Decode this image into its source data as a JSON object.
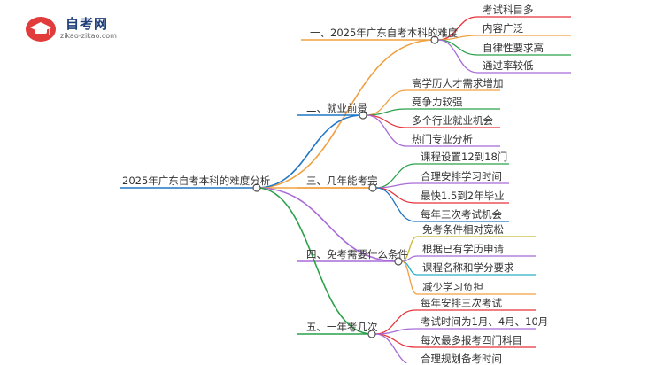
{
  "logo": {
    "title": "自考网",
    "url": "zikao-zikao.com"
  },
  "root": "2025年广东自考本科的难度分析",
  "branches": [
    {
      "label": "一、2025年广东自考本科的难度",
      "color": "#f0a040",
      "children": [
        "考试科目多",
        "内容广泛",
        "自律性要求高",
        "通过率较低"
      ],
      "child_colors": [
        "#e8333a",
        "#f0a040",
        "#2aa14a",
        "#a86bd8"
      ]
    },
    {
      "label": "二、就业前景",
      "color": "#2176c7",
      "children": [
        "高学历人才需求增加",
        "竞争力较强",
        "多个行业就业机会",
        "热门专业分析"
      ],
      "child_colors": [
        "#f0a040",
        "#2aa14a",
        "#e8333a",
        "#a86bd8"
      ]
    },
    {
      "label": "三、几年能考完",
      "color": "#f0a040",
      "children": [
        "课程设置12到18门",
        "合理安排学习时间",
        "最快1.5到2年毕业",
        "每年三次考试机会"
      ],
      "child_colors": [
        "#2aa14a",
        "#a86bd8",
        "#e8333a",
        "#2176c7"
      ]
    },
    {
      "label": "四、免考需要什么条件",
      "color": "#a86bd8",
      "children": [
        "免考条件相对宽松",
        "根据已有学历申请",
        "课程名称和学分要求",
        "减少学习负担"
      ],
      "child_colors": [
        "#c8b830",
        "#a86bd8",
        "#2ab0c8",
        "#f0a040"
      ]
    },
    {
      "label": "五、一年考几次",
      "color": "#2aa14a",
      "children": [
        "每年安排三次考试",
        "考试时间为1月、4月、10月",
        "每次最多报考四门科目",
        "合理规划备考时间"
      ],
      "child_colors": [
        "#e8333a",
        "#a86bd8",
        "#e8333a",
        "#a86bd8"
      ]
    }
  ]
}
